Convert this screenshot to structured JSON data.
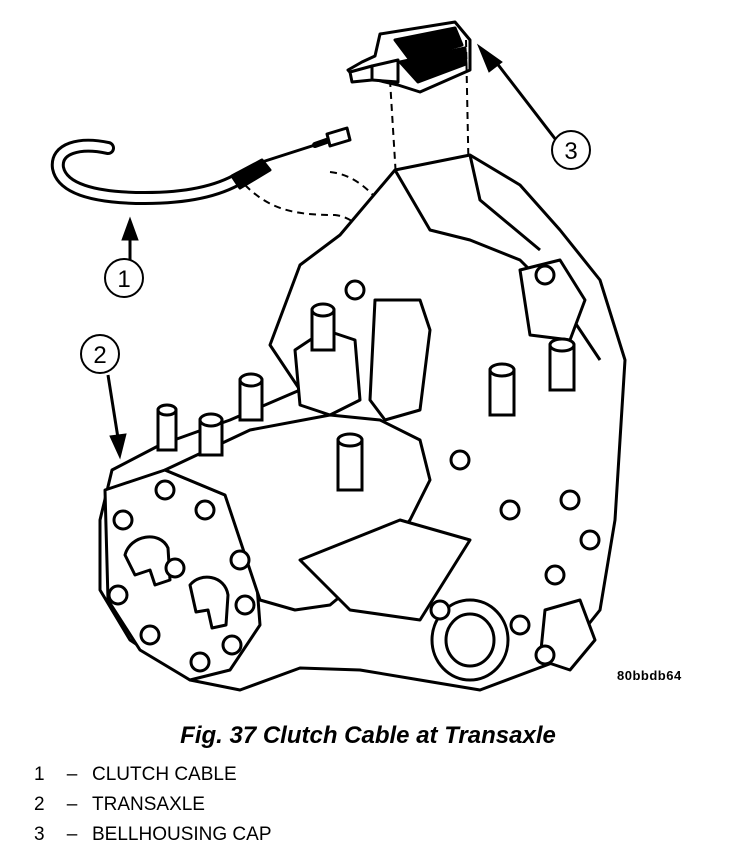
{
  "figure": {
    "code": "80bbdb64",
    "callouts": [
      {
        "number": "1",
        "target": "clutch cable"
      },
      {
        "number": "2",
        "target": "transaxle"
      },
      {
        "number": "3",
        "target": "bellhousing cap"
      }
    ]
  },
  "caption": "Fig. 37 Clutch Cable at Transaxle",
  "legend": [
    {
      "number": "1",
      "dash": "–",
      "label": "CLUTCH CABLE"
    },
    {
      "number": "2",
      "dash": "–",
      "label": "TRANSAXLE"
    },
    {
      "number": "3",
      "dash": "–",
      "label": "BELLHOUSING CAP"
    }
  ]
}
